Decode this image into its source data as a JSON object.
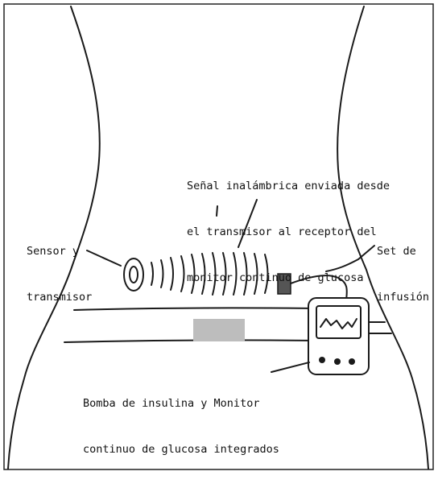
{
  "labels": {
    "signal": [
      "Señal inalámbrica enviada desde",
      "el transmisor al receptor del",
      "monitor continuo de glucosa"
    ],
    "sensor": [
      "Sensor y",
      "transmisor"
    ],
    "infusion": [
      "Set de",
      "infusión"
    ],
    "pump": [
      "Bomba de insulina y Monitor",
      "continuo de glucosa integrados"
    ]
  },
  "colors": {
    "ink": "#1a1a1a",
    "belt_patch": "#bdbdbd",
    "paper": "#ffffff"
  }
}
